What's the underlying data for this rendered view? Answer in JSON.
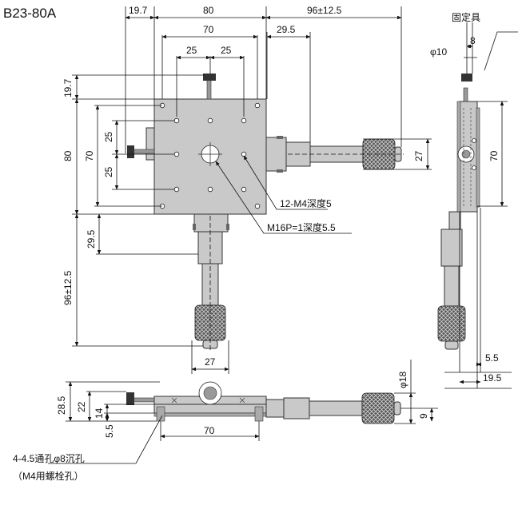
{
  "title": "B23-80A",
  "top_view": {
    "dim_19_7_top": "19.7",
    "dim_80_top": "80",
    "dim_96_top": "96±12.5",
    "dim_70_top": "70",
    "dim_29_5_top": "29.5",
    "dim_25_left": "25",
    "dim_25_right": "25",
    "dim_19_7_left": "19.7",
    "dim_80_left": "80",
    "dim_70_left": "70",
    "dim_25_upper": "25",
    "dim_25_lower": "25",
    "dim_27_right": "27",
    "dim_29_5_left": "29.5",
    "dim_96_left": "96±12.5",
    "dim_27_bottom": "27",
    "callout_holes": "12-M4深度5",
    "callout_center": "M16P=1深度5.5"
  },
  "side_view": {
    "lock_label": "固定具",
    "dim_8": "8",
    "dim_phi10": "φ10",
    "dim_70": "70",
    "dim_5_5": "5.5",
    "dim_19_5": "19.5"
  },
  "front_view": {
    "dim_28_5": "28.5",
    "dim_22": "22",
    "dim_14": "14",
    "dim_5_5": "5.5",
    "dim_70": "70",
    "dim_phi18": "φ18",
    "dim_9": "9",
    "note_line1": "4-4.5通孔φ8沉孔",
    "note_line2": "（M4用螺栓孔）"
  }
}
